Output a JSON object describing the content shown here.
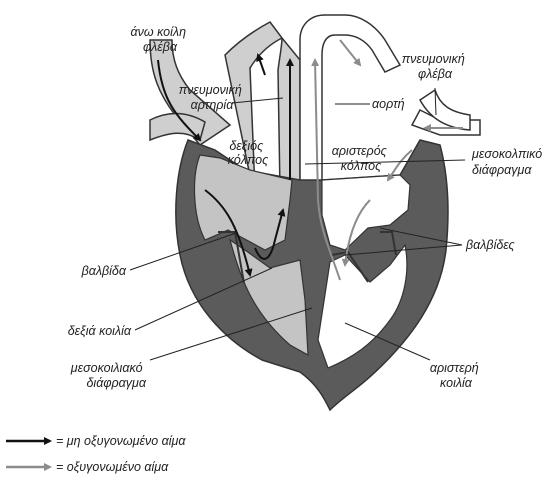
{
  "diagram": {
    "labels": {
      "svc": [
        "άνω κοίλη",
        "φλέβα"
      ],
      "pa": [
        "πνευμονική",
        "αρτηρία"
      ],
      "ra": [
        "δεξιός",
        "κόλπος"
      ],
      "pv": [
        "πνευμονική",
        "φλέβα"
      ],
      "aorta": [
        "αορτή"
      ],
      "la": [
        "αριστερός",
        "κόλπος"
      ],
      "ias": [
        "μεσοκολπικό",
        "διάφραγμα"
      ],
      "valve": [
        "βαλβίδα"
      ],
      "valves": [
        "βαλβίδες"
      ],
      "rv": [
        "δεξιά κοιλία"
      ],
      "ivs": [
        "μεσοκοιλιακό",
        "διάφραγμα"
      ],
      "lv": [
        "αριστερή",
        "κοιλία"
      ]
    },
    "legend": [
      {
        "label": "= μη οξυγονωμένο αίμα",
        "color": "#111111"
      },
      {
        "label": "= οξυγονωμένο αίμα",
        "color": "#8c8c8c"
      }
    ],
    "colors": {
      "wall": "#5b5b5b",
      "chamber_right": "#c4c4c4",
      "chamber_left": "#ffffff",
      "arrow_dark": "#111111",
      "arrow_light": "#8c8c8c"
    }
  }
}
